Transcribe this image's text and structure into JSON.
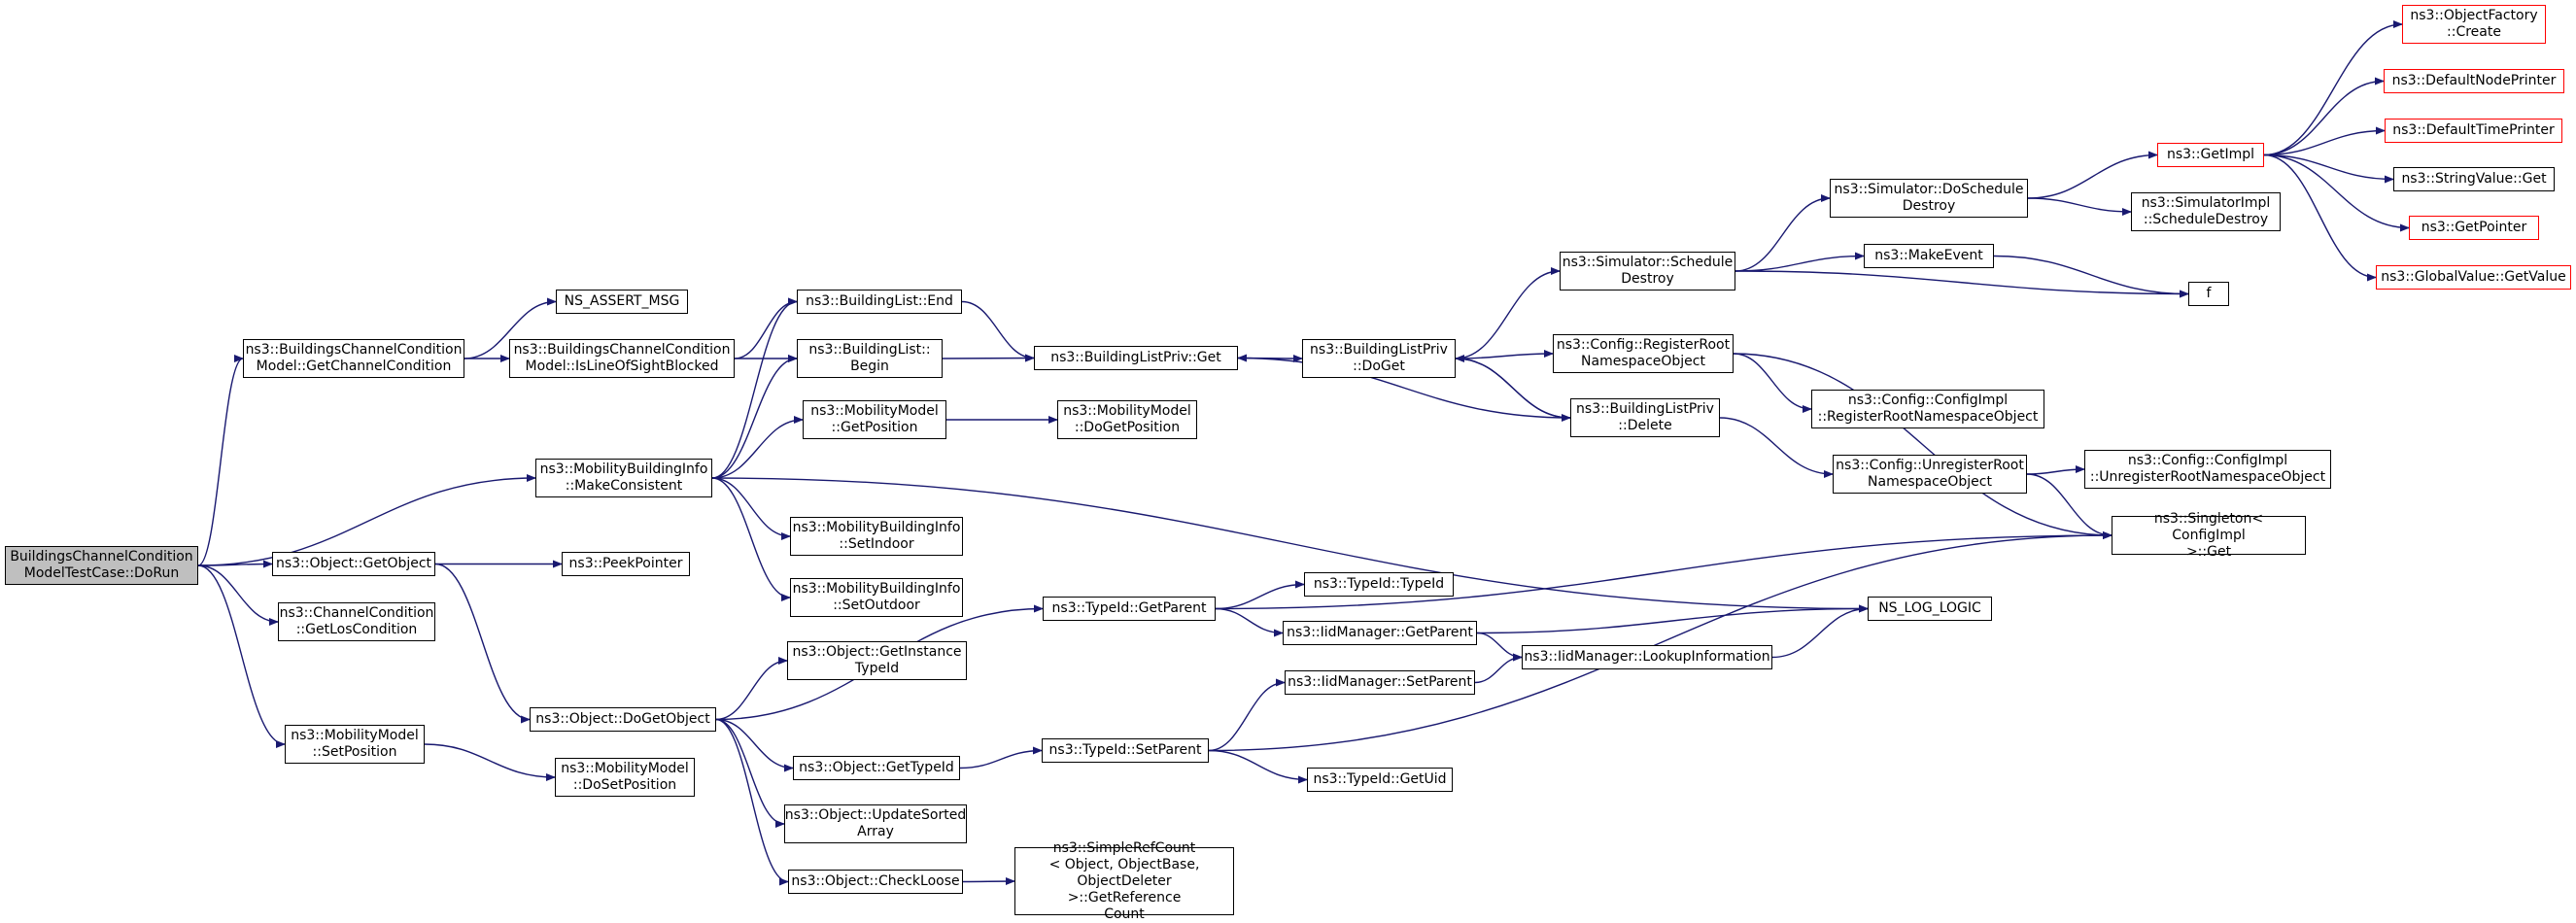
{
  "colors": {
    "edge": "#191970",
    "border": "#000000",
    "truncated_border": "#ff0000",
    "root_fill": "#bfbfbf"
  },
  "nodes": {
    "root": "BuildingsChannelCondition\nModelTestCase::DoRun",
    "get_channel_condition": "ns3::BuildingsChannelCondition\nModel::GetChannelCondition",
    "ns_assert_msg": "NS_ASSERT_MSG",
    "is_los_blocked": "ns3::BuildingsChannelCondition\nModel::IsLineOfSightBlocked",
    "building_list_end": "ns3::BuildingList::End",
    "building_list_begin": "ns3::BuildingList::\nBegin",
    "building_list_priv_get": "ns3::BuildingListPriv::Get",
    "building_list_priv_doget": "ns3::BuildingListPriv\n::DoGet",
    "schedule_destroy": "ns3::Simulator::Schedule\nDestroy",
    "do_schedule_destroy": "ns3::Simulator::DoSchedule\nDestroy",
    "get_impl": "ns3::GetImpl",
    "object_factory_create": "ns3::ObjectFactory\n::Create",
    "default_node_printer": "ns3::DefaultNodePrinter",
    "default_time_printer": "ns3::DefaultTimePrinter",
    "string_value_get": "ns3::StringValue::Get",
    "get_pointer": "ns3::GetPointer",
    "global_value_get_value": "ns3::GlobalValue::GetValue",
    "simulator_impl_schedule_destroy": "ns3::SimulatorImpl\n::ScheduleDestroy",
    "make_event": "ns3::MakeEvent",
    "f": "f",
    "config_register_root": "ns3::Config::RegisterRoot\nNamespaceObject",
    "config_impl_register": "ns3::Config::ConfigImpl\n::RegisterRootNamespaceObject",
    "building_list_priv_delete": "ns3::BuildingListPriv\n::Delete",
    "config_unregister_root": "ns3::Config::UnregisterRoot\nNamespaceObject",
    "config_impl_unregister": "ns3::Config::ConfigImpl\n::UnregisterRootNamespaceObject",
    "singleton_get": "ns3::Singleton< ConfigImpl\n>::Get",
    "mbi_make_consistent": "ns3::MobilityBuildingInfo\n::MakeConsistent",
    "mm_get_position": "ns3::MobilityModel\n::GetPosition",
    "mm_do_get_position": "ns3::MobilityModel\n::DoGetPosition",
    "mbi_set_indoor": "ns3::MobilityBuildingInfo\n::SetIndoor",
    "mbi_set_outdoor": "ns3::MobilityBuildingInfo\n::SetOutdoor",
    "object_get_object": "ns3::Object::GetObject",
    "peek_pointer": "ns3::PeekPointer",
    "channel_condition_get_los": "ns3::ChannelCondition\n::GetLosCondition",
    "mm_set_position": "ns3::MobilityModel\n::SetPosition",
    "mm_do_set_position": "ns3::MobilityModel\n::DoSetPosition",
    "object_do_get_object": "ns3::Object::DoGetObject",
    "object_get_instance_type_id": "ns3::Object::GetInstance\nTypeId",
    "object_get_type_id": "ns3::Object::GetTypeId",
    "object_update_sorted_array": "ns3::Object::UpdateSorted\nArray",
    "object_check_loose": "ns3::Object::CheckLoose",
    "simple_ref_count": "ns3::SimpleRefCount\n< Object, ObjectBase,\n ObjectDeleter >::GetReference\nCount",
    "type_id_get_parent": "ns3::TypeId::GetParent",
    "type_id_type_id": "ns3::TypeId::TypeId",
    "iid_manager_get_parent": "ns3::IidManager::GetParent",
    "ns_log_logic": "NS_LOG_LOGIC",
    "iid_manager_lookup": "ns3::IidManager::LookupInformation",
    "iid_manager_set_parent": "ns3::IidManager::SetParent",
    "type_id_set_parent": "ns3::TypeId::SetParent",
    "type_id_get_uid": "ns3::TypeId::GetUid"
  }
}
